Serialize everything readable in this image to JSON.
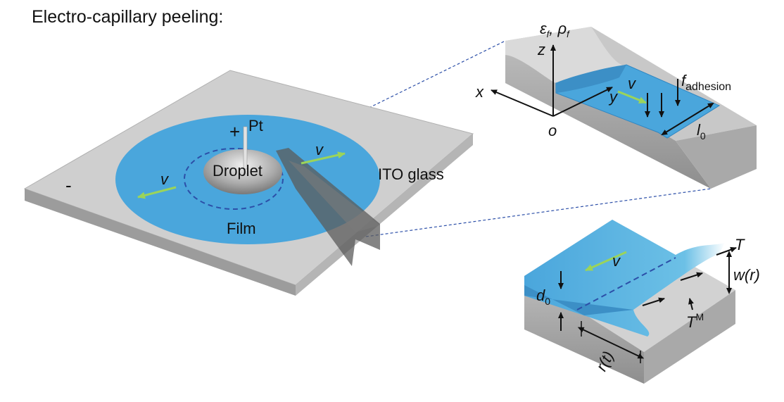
{
  "title": "Electro-capillary peeling:",
  "main_view": {
    "plus_sign": "+",
    "electrode_label": "Pt",
    "minus_sign": "-",
    "droplet_label": "Droplet",
    "substrate_label": "ITO glass",
    "film_label": "Film",
    "velocity_symbol": "v"
  },
  "zoom_top": {
    "epsilon_label": "ε",
    "rho_label": "ρ",
    "sub_f": "f",
    "separator": ",",
    "z_axis": "z",
    "x_axis": "x",
    "y_axis": "y",
    "origin": "o",
    "velocity_symbol": "v",
    "f_label": "f",
    "adhesion_label": "adhesion",
    "l_label": "l",
    "l_subscript": "0"
  },
  "zoom_bottom": {
    "velocity_symbol": "v",
    "tension_label": "T",
    "w_label": "w(r)",
    "d_label": "d",
    "d_subscript": "0",
    "tm_label": "T",
    "tm_superscript": "M",
    "r_label": "r(t)"
  },
  "colors": {
    "film_blue": "#4aa6dc",
    "film_edge": "#2f86c2",
    "substrate_gray": "#c9c9c9",
    "arrow_green": "#9bd45a",
    "dash_blue": "#2c4fa8"
  }
}
